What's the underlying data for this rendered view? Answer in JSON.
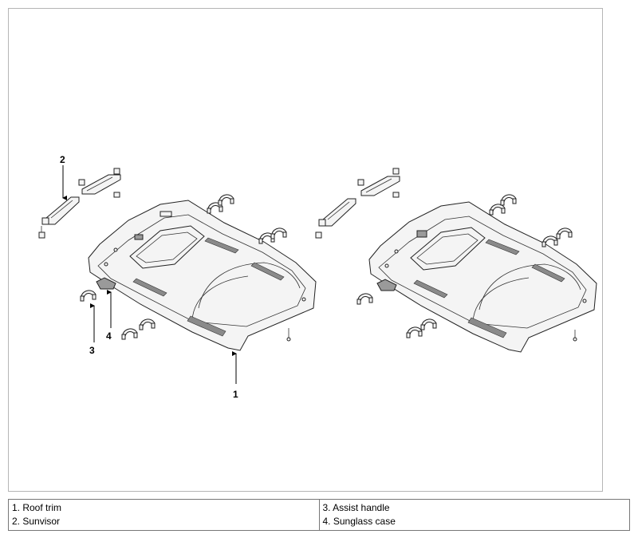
{
  "callouts": {
    "roof_trim": "1",
    "sunvisor": "2",
    "assist_handle": "3",
    "sunglass_case": "4"
  },
  "legend": {
    "left": [
      "1. Roof trim",
      "2. Sunvisor"
    ],
    "right": [
      "3. Assist handle",
      "4. Sunglass case"
    ]
  }
}
